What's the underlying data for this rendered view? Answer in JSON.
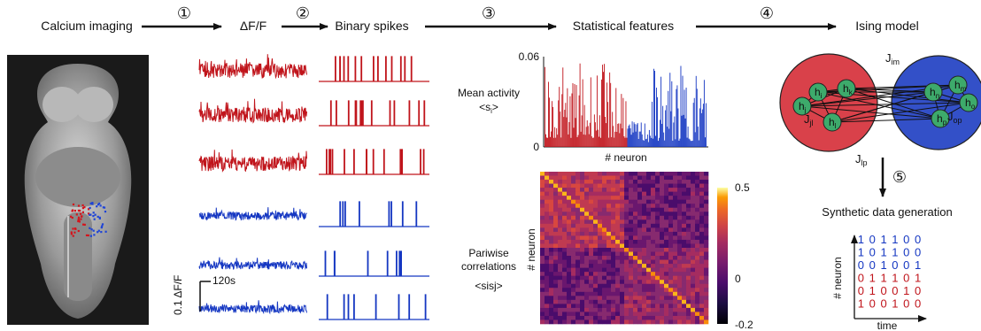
{
  "pipeline": {
    "stages": [
      "Calcium imaging",
      "ΔF/F",
      "Binary spikes",
      "Statistical features",
      "Ising model"
    ],
    "steps": [
      "①",
      "②",
      "③",
      "④",
      "⑤"
    ]
  },
  "traces": {
    "colors": [
      "#c0141b",
      "#c0141b",
      "#c0141b",
      "#1537c2",
      "#1537c2",
      "#1537c2"
    ],
    "scale_y": "0.1 ΔF/F",
    "scale_x": "120s"
  },
  "features": {
    "mean_activity_label": "Mean activity",
    "mean_activity_symbol": "<s",
    "mean_activity_sub": "i",
    "mean_activity_close": ">",
    "pairwise_label_1": "Pariwise",
    "pairwise_label_2": "correlations",
    "pairwise_symbol": "<sisj>",
    "bar_ymax": "0.06",
    "bar_ymin": "0",
    "bar_xlabel": "# neuron",
    "heat_ylabel": "# neuron",
    "cbar_max": "0.5",
    "cbar_mid": "0",
    "cbar_min": "-0.2"
  },
  "chart_data": {
    "type": "bar",
    "ylim": [
      0,
      0.06
    ],
    "xlabel": "# neuron",
    "series_colors": [
      "#c0141b",
      "#1537c2"
    ]
  },
  "ising": {
    "nodes_red": [
      "h",
      "h",
      "h",
      "h"
    ],
    "nodes_red_sub": [
      "i",
      "k",
      "j",
      "l"
    ],
    "nodes_blue": [
      "h",
      "h",
      "h",
      "h"
    ],
    "nodes_blue_sub": [
      "n",
      "m",
      "o",
      "p"
    ],
    "couplings": [
      {
        "base": "J",
        "sub": "im"
      },
      {
        "base": "J",
        "sub": "jl"
      },
      {
        "base": "J",
        "sub": "op"
      },
      {
        "base": "J",
        "sub": "lp"
      }
    ],
    "red_color": "#d9414a",
    "blue_color": "#3350c8",
    "node_color": "#3daa6b"
  },
  "synthetic": {
    "title": "Synthetic data generation",
    "rows": [
      "1 0 1 1 0 0",
      "1 0 1 1 0 0",
      "0 0 1 0 0 1",
      "0 1 1 1 0 1",
      "0 1 0 0 1 0",
      "1 0 0 1 0 0"
    ],
    "row_colors": [
      "#1537c2",
      "#1537c2",
      "#1537c2",
      "#c0141b",
      "#c0141b",
      "#c0141b"
    ],
    "ylabel": "# neuron",
    "xlabel": "time"
  }
}
